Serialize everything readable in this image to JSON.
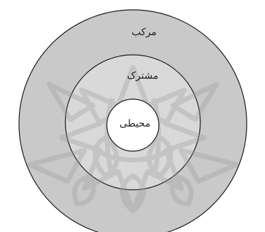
{
  "diagram": {
    "labels": {
      "outer": "مرکب",
      "middle": "مشترک",
      "inner": "محیطی"
    },
    "colors": {
      "outer_fill": "#c9c9c9",
      "middle_fill": "#d9d9d9",
      "inner_fill": "#ffffff",
      "stroke": "#1a1a1a",
      "watermark": "#9a9a9a",
      "background": "#ffffff"
    },
    "watermark_icon": "geometric-star-pattern-watermark"
  }
}
